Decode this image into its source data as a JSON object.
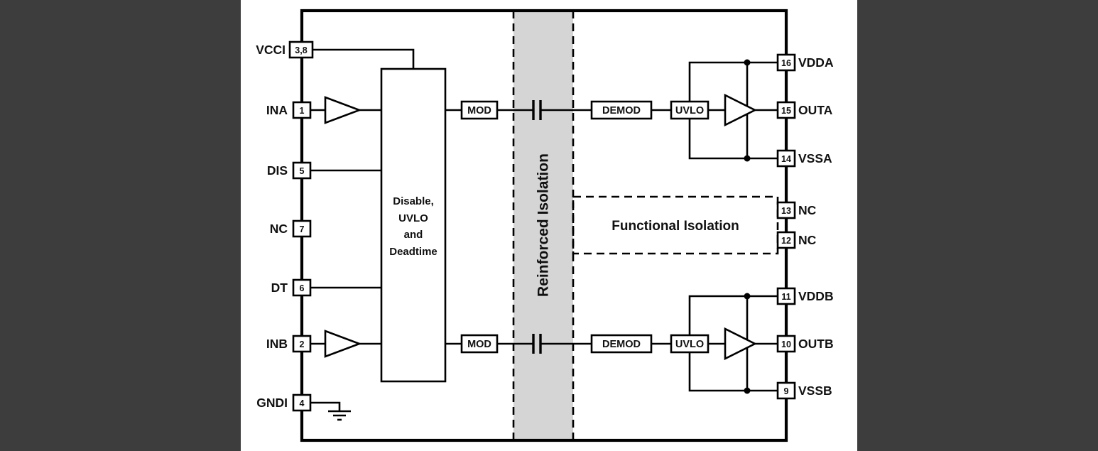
{
  "diagram": {
    "left_pins": [
      {
        "label": "VCCI",
        "number": "3,8"
      },
      {
        "label": "INA",
        "number": "1"
      },
      {
        "label": "DIS",
        "number": "5"
      },
      {
        "label": "NC",
        "number": "7"
      },
      {
        "label": "DT",
        "number": "6"
      },
      {
        "label": "INB",
        "number": "2"
      },
      {
        "label": "GNDI",
        "number": "4"
      }
    ],
    "right_pins": [
      {
        "label": "VDDA",
        "number": "16"
      },
      {
        "label": "OUTA",
        "number": "15"
      },
      {
        "label": "VSSA",
        "number": "14"
      },
      {
        "label": "NC",
        "number": "13"
      },
      {
        "label": "NC",
        "number": "12"
      },
      {
        "label": "VDDB",
        "number": "11"
      },
      {
        "label": "OUTB",
        "number": "10"
      },
      {
        "label": "VSSB",
        "number": "9"
      }
    ],
    "center_block": {
      "line1": "Disable,",
      "line2": "UVLO",
      "line3": "and",
      "line4": "Deadtime"
    },
    "isolation": {
      "reinforced_label": "Reinforced Isolation",
      "functional_label": "Functional Isolation"
    },
    "channel_a": {
      "mod": "MOD",
      "demod": "DEMOD",
      "uvlo": "UVLO"
    },
    "channel_b": {
      "mod": "MOD",
      "demod": "DEMOD",
      "uvlo": "UVLO"
    },
    "colors": {
      "isolation_fill": "#d5d5d5",
      "side_background": "#3d3d3d",
      "canvas": "#ffffff",
      "line": "#000000"
    }
  }
}
